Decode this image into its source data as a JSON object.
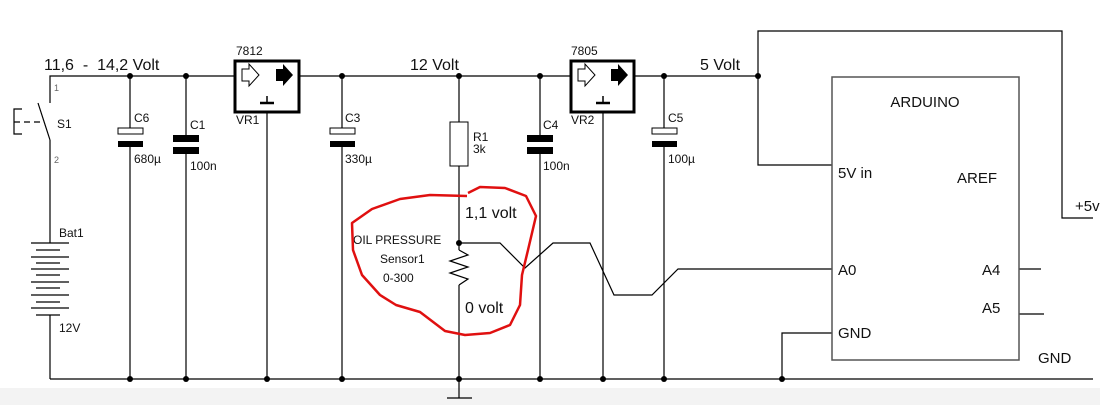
{
  "rails": {
    "input_voltage": "11,6  -  14,2 Volt",
    "mid_voltage": "12 Volt",
    "logic_voltage": "5 Volt",
    "plus5_label": "+5v",
    "gnd_label": "GND"
  },
  "switch": {
    "name": "S1",
    "pin1": "1",
    "pin2": "2"
  },
  "battery": {
    "name": "Bat1",
    "value": "12V"
  },
  "capacitors": [
    {
      "name": "C6",
      "value": "680µ"
    },
    {
      "name": "C1",
      "value": "100n"
    },
    {
      "name": "C3",
      "value": "330µ"
    },
    {
      "name": "C4",
      "value": "100n"
    },
    {
      "name": "C5",
      "value": "100µ"
    }
  ],
  "regulators": [
    {
      "name": "VR1",
      "part": "7812"
    },
    {
      "name": "VR2",
      "part": "7805"
    }
  ],
  "resistor": {
    "name": "R1",
    "value": "3k"
  },
  "sensor": {
    "title": "OIL PRESSURE",
    "name": "Sensor1",
    "range": "0-300",
    "top_voltage": "1,1 volt",
    "bottom_voltage": "0 volt"
  },
  "arduino": {
    "title": "ARDUINO",
    "pins": {
      "vin": "5V in",
      "aref": "AREF",
      "a0": "A0",
      "a4": "A4",
      "a5": "A5",
      "gnd": "GND"
    }
  },
  "colors": {
    "wire": "#000000",
    "annotation": "#e01010"
  }
}
